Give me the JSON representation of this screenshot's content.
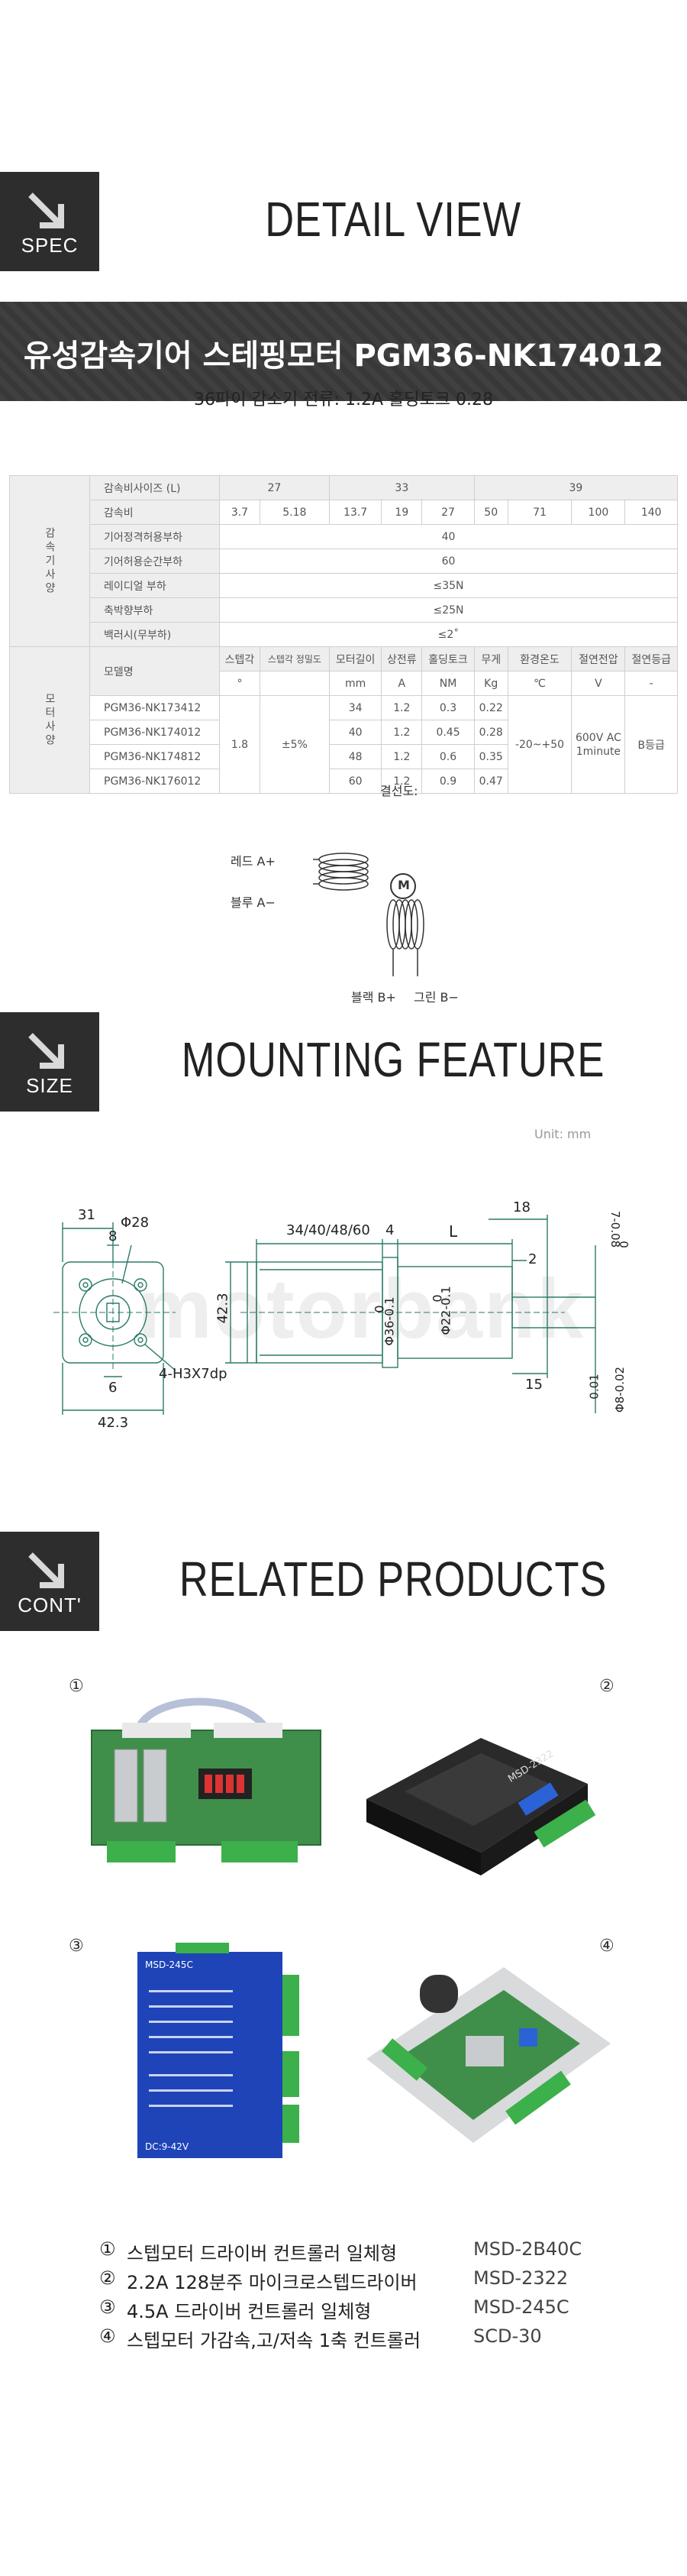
{
  "sections": {
    "spec_label": "SPEC",
    "detail_title": "DETAIL VIEW",
    "size_label": "SIZE",
    "mounting_title": "MOUNTING FEATURE",
    "cont_label": "CONT'",
    "related_title": "RELATED PRODUCTS"
  },
  "product": {
    "title": "유성감속기어 스테핑모터 PGM36-NK174012",
    "subtitle": "36파이 감소기 전류: 1.2A  홀딩토크 0.28"
  },
  "gear_spec": {
    "side_label": "감속기사양",
    "ratio_size_label": "감속비사이즈 (L)",
    "ratio_sizes": [
      "27",
      "33",
      "39"
    ],
    "ratio_label": "감속비",
    "ratios": [
      "3.7",
      "5.18",
      "13.7",
      "19",
      "27",
      "50",
      "71",
      "100",
      "140"
    ],
    "rows": [
      {
        "label": "기어정격허용부하",
        "value": "40"
      },
      {
        "label": "기어허용순간부하",
        "value": "60"
      },
      {
        "label": "레이디얼 부하",
        "value": "≤35N"
      },
      {
        "label": "축박향부하",
        "value": "≤25N"
      },
      {
        "label": "백러시(무부하)",
        "value": "≤2˚"
      }
    ]
  },
  "motor_spec": {
    "side_label": "모터사양",
    "headers": [
      "모델명",
      "스텝각",
      "스텝각 정밀도",
      "모터길이",
      "상전류",
      "홀딩토크",
      "무게",
      "환경온도",
      "절연전압",
      "절연등급"
    ],
    "units": [
      "°",
      "",
      "mm",
      "A",
      "NM",
      "Kg",
      "℃",
      "V",
      "-"
    ],
    "step_angle": "1.8",
    "accuracy": "±5%",
    "temp": "-20~+50",
    "voltage": "600V AC 1minute",
    "insulation": "B등급",
    "models": [
      {
        "name": "PGM36-NK173412",
        "length": "34",
        "current": "1.2",
        "torque": "0.3",
        "weight": "0.22"
      },
      {
        "name": "PGM36-NK174012",
        "length": "40",
        "current": "1.2",
        "torque": "0.45",
        "weight": "0.28"
      },
      {
        "name": "PGM36-NK174812",
        "length": "48",
        "current": "1.2",
        "torque": "0.6",
        "weight": "0.35"
      },
      {
        "name": "PGM36-NK176012",
        "length": "60",
        "current": "1.2",
        "torque": "0.9",
        "weight": "0.47"
      }
    ]
  },
  "wiring": {
    "title": "결선도:",
    "red": "레드 A+",
    "blue": "블루 A−",
    "motor": "M",
    "black": "블랙 B+",
    "green": "그린 B−"
  },
  "drawing": {
    "unit": "Unit: mm",
    "watermark": "motorbank",
    "d31": "31",
    "d28": "Φ28",
    "d8": "8",
    "d6": "6",
    "d423a": "42.3",
    "d423b": "42.3",
    "holes": "4-H3X7dp",
    "lengths": "34/40/48/60",
    "d4": "4",
    "dL": "L",
    "d18": "18",
    "d2": "2",
    "d15": "15",
    "phi36": "Φ36-0.1",
    "phi36zero": "0",
    "phi22": "Φ22-0.1",
    "phi22zero": "0",
    "keyway": "7-0.08",
    "keyzero": "0",
    "phi8": "Φ8-0.02",
    "phi8tol": "0.01"
  },
  "related": {
    "items": [
      {
        "num": "①",
        "text": "스텝모터 드라이버 컨트롤러 일체형",
        "model": "MSD-2B40C"
      },
      {
        "num": "②",
        "text": "2.2A 128분주 마이크로스텝드라이버",
        "model": "MSD-2322"
      },
      {
        "num": "③",
        "text": "4.5A 드라이버 컨트롤러 일체형",
        "model": "MSD-245C"
      },
      {
        "num": "④",
        "text": "스텝모터 가감속,고/저속 1축 컨트롤러",
        "model": "SCD-30"
      }
    ],
    "img3_label": "MSD-245C",
    "img3_sub": "DC:9-42V",
    "img2_label": "MSD-2322"
  },
  "colors": {
    "tag_bg": "#2d2d2d",
    "banner_bg": "#3a3a3a",
    "pcb_green": "#3f8f4a",
    "driver_blue": "#1e44b8",
    "terminal_green": "#3cb04a"
  }
}
